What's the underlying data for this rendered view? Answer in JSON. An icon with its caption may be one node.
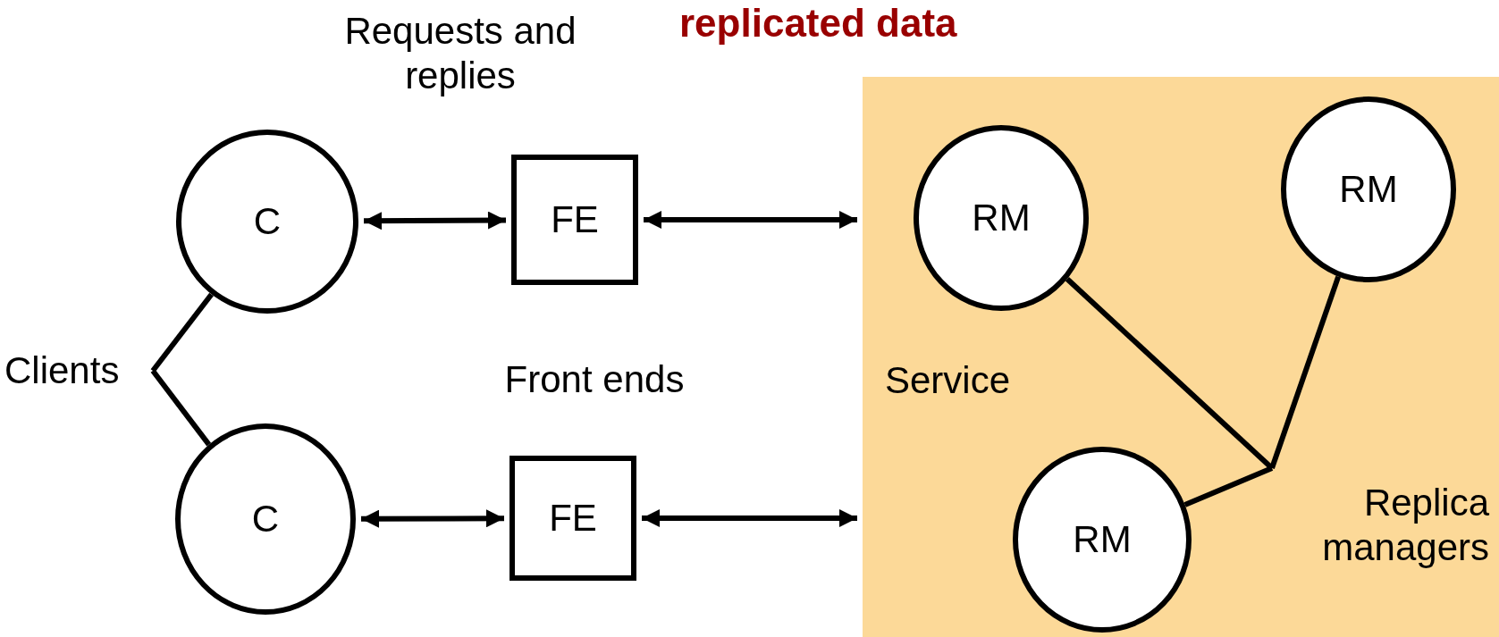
{
  "diagram": {
    "title": "replicated data",
    "nodes": [
      {
        "text": [
          "Clients"
        ]
      },
      {
        "text": [
          "C"
        ]
      },
      {
        "text": [
          "C"
        ]
      },
      {
        "text": [
          "FE"
        ]
      },
      {
        "text": [
          "FE"
        ]
      },
      {
        "text": [
          "Service"
        ]
      },
      {
        "text": [
          "RM"
        ],
        "in": 5
      },
      {
        "text": [
          "RM"
        ],
        "in": 5
      },
      {
        "text": [
          "RM"
        ],
        "in": 5
      },
      {
        "text": [
          "Replica managers"
        ],
        "in": 5
      }
    ],
    "edges": [
      {
        "from": 0,
        "to": 1,
        "arrow": "none"
      },
      {
        "from": 0,
        "to": 2,
        "arrow": "none"
      },
      {
        "from": 1,
        "to": 3,
        "arrow": "both"
      },
      {
        "from": 2,
        "to": 4,
        "arrow": "both"
      },
      {
        "from": 3,
        "to": 5,
        "arrow": "both"
      },
      {
        "from": 4,
        "to": 5,
        "arrow": "both"
      },
      {
        "from": 9,
        "to": 6,
        "arrow": "none"
      },
      {
        "from": 9,
        "to": 7,
        "arrow": "none"
      },
      {
        "from": 9,
        "to": 8,
        "arrow": "none"
      }
    ],
    "labels": [
      "Requests and replies",
      "Front ends"
    ]
  }
}
